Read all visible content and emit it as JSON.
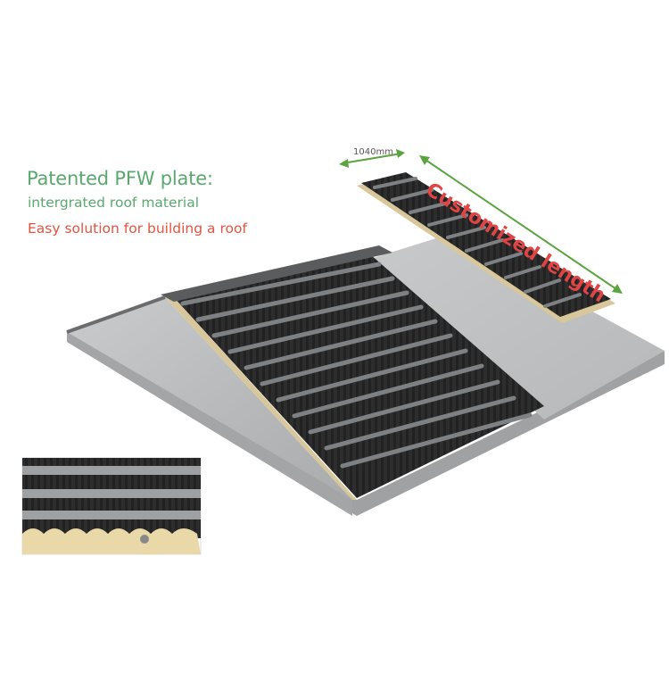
{
  "headline": "Patented PFW plate:",
  "subtitle_1": "intergrated roof material",
  "subtitle_2": "Easy solution for building a roof",
  "dimension_label": "1040mm",
  "length_label": "Customized length",
  "colors": {
    "headline": "#5aa86e",
    "subtitle_1": "#5aa86e",
    "subtitle_2": "#e2543f",
    "length_label": "#e04545",
    "arrow": "#5aa33e",
    "roof_panel": "#2b2b2b",
    "roof_rib": "#8a8d8f",
    "concrete": "#bfc1c2",
    "foam": "#e9d9a8"
  },
  "icons": [
    "width-arrow-icon",
    "length-arrow-icon"
  ]
}
